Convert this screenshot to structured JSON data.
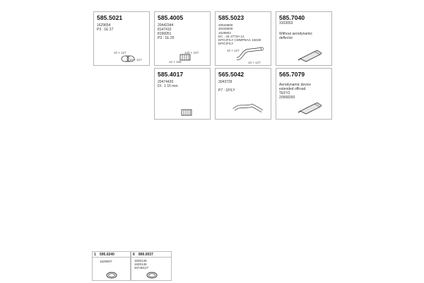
{
  "parts": [
    {
      "code": "585.5021",
      "refs": "1629654\nP3 : 1E 27",
      "note": "10 × 127",
      "note2": "10 × 127",
      "icon": "clamp-icon"
    },
    {
      "code": "585.4005",
      "refs": "20442344\n8147410\n8196051\nP3 : 1E 25",
      "note": "120 × 107",
      "note2": "12 × 106",
      "icon": "flex-pipe-icon"
    },
    {
      "code": "585.5023",
      "refs": "20533600\n20428000\n1629802\nEC : 1E 2773A 12\nEP/C/F/LY CMMPEAC 15028\nEP/C/F/LY",
      "note": "10 × 127",
      "note2": "10 × 127",
      "icon": "bent-pipe-icon"
    },
    {
      "code": "585.7040",
      "refs": "3103053",
      "desc": "Without aerodynamic\ndeflector",
      "icon": "silencer-icon"
    },
    {
      "code": "585.4017",
      "refs": "20474430\nDI : 1 15 mm",
      "icon": "flex-pipe-icon"
    },
    {
      "code": "565.5042",
      "refs": "3043729",
      "desc": "P7 : 1P/LY",
      "icon": "long-pipe-icon"
    },
    {
      "code": "565.7079",
      "refs": "",
      "desc": "Aerodynamic device\nextended offroad\nTEFY2\n20968260",
      "icon": "silencer-icon"
    }
  ],
  "accessories": [
    {
      "marker": "1",
      "code": "595.0240",
      "refs": "1629007",
      "icon": "ring-clamp-icon"
    },
    {
      "marker": "6",
      "code": "890.0037",
      "refs": "1626145\n1626146\n20748127",
      "icon": "ring-clamp-icon"
    }
  ]
}
